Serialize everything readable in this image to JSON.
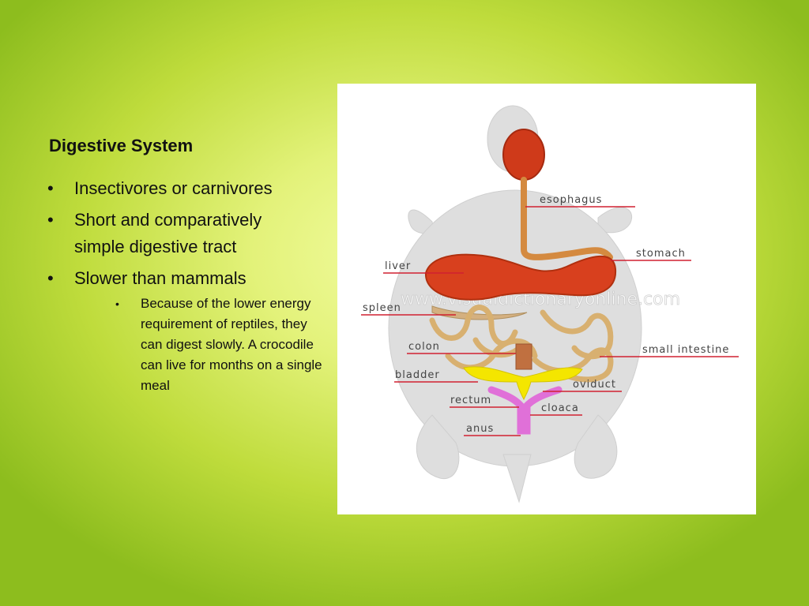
{
  "slide": {
    "heading": "Digestive System",
    "bullets": [
      {
        "text": "Insectivores  or carnivores"
      },
      {
        "text": "Short and comparatively simple digestive tract"
      },
      {
        "text": "Slower than mammals"
      }
    ],
    "sub_bullets": [
      {
        "text": "Because of the lower energy requirement of reptiles, they can digest slowly. A crocodile can live for months on a single meal"
      }
    ],
    "bullet_glyph": "•"
  },
  "diagram": {
    "watermark": "www.visualdictionaryonline.com",
    "labels": {
      "esophagus": "esophagus",
      "stomach": "stomach",
      "liver": "liver",
      "spleen": "spleen",
      "colon": "colon",
      "small_intestine": "small intestine",
      "bladder": "bladder",
      "oviduct": "oviduct",
      "rectum": "rectum",
      "cloaca": "cloaca",
      "anus": "anus"
    },
    "colors": {
      "organ_red": "#d8401e",
      "intestine_tan": "#d8b070",
      "bladder_yellow": "#f4e600",
      "cloaca_pink": "#e070d8",
      "leader_line": "#d02030"
    }
  }
}
